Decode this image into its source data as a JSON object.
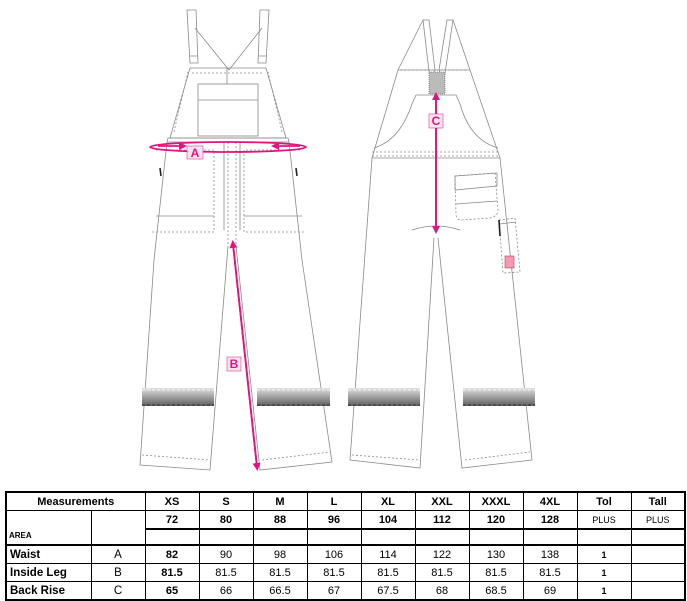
{
  "diagram": {
    "labels": {
      "waist_marker": "A",
      "inside_leg_marker": "B",
      "back_rise_marker": "C"
    },
    "colors": {
      "measure_accent": "#e0147f",
      "label_bg": "#fbe3ef",
      "outline": "#8a8a8a",
      "reflective_band_top": "#d8d8d8",
      "reflective_band_bottom": "#6e6e6e"
    }
  },
  "table": {
    "header": {
      "measurements_label": "Measurements",
      "sizes": [
        "XS",
        "S",
        "M",
        "L",
        "XL",
        "XXL",
        "XXXL",
        "4XL"
      ],
      "tol_label": "Tol",
      "tall_label": "Tall"
    },
    "chest_row": {
      "values": [
        "72",
        "80",
        "88",
        "96",
        "104",
        "112",
        "120",
        "128"
      ],
      "tol": "PLUS",
      "tall": "PLUS"
    },
    "area_label": "AREA",
    "rows": [
      {
        "name": "Waist",
        "code": "A",
        "values": [
          "82",
          "90",
          "98",
          "106",
          "114",
          "122",
          "130",
          "138"
        ],
        "tol": "1",
        "tall": ""
      },
      {
        "name": "Inside Leg",
        "code": "B",
        "values": [
          "81.5",
          "81.5",
          "81.5",
          "81.5",
          "81.5",
          "81.5",
          "81.5",
          "81.5"
        ],
        "tol": "1",
        "tall": ""
      },
      {
        "name": "Back Rise",
        "code": "C",
        "values": [
          "65",
          "66",
          "66.5",
          "67",
          "67.5",
          "68",
          "68.5",
          "69"
        ],
        "tol": "1",
        "tall": ""
      }
    ]
  }
}
